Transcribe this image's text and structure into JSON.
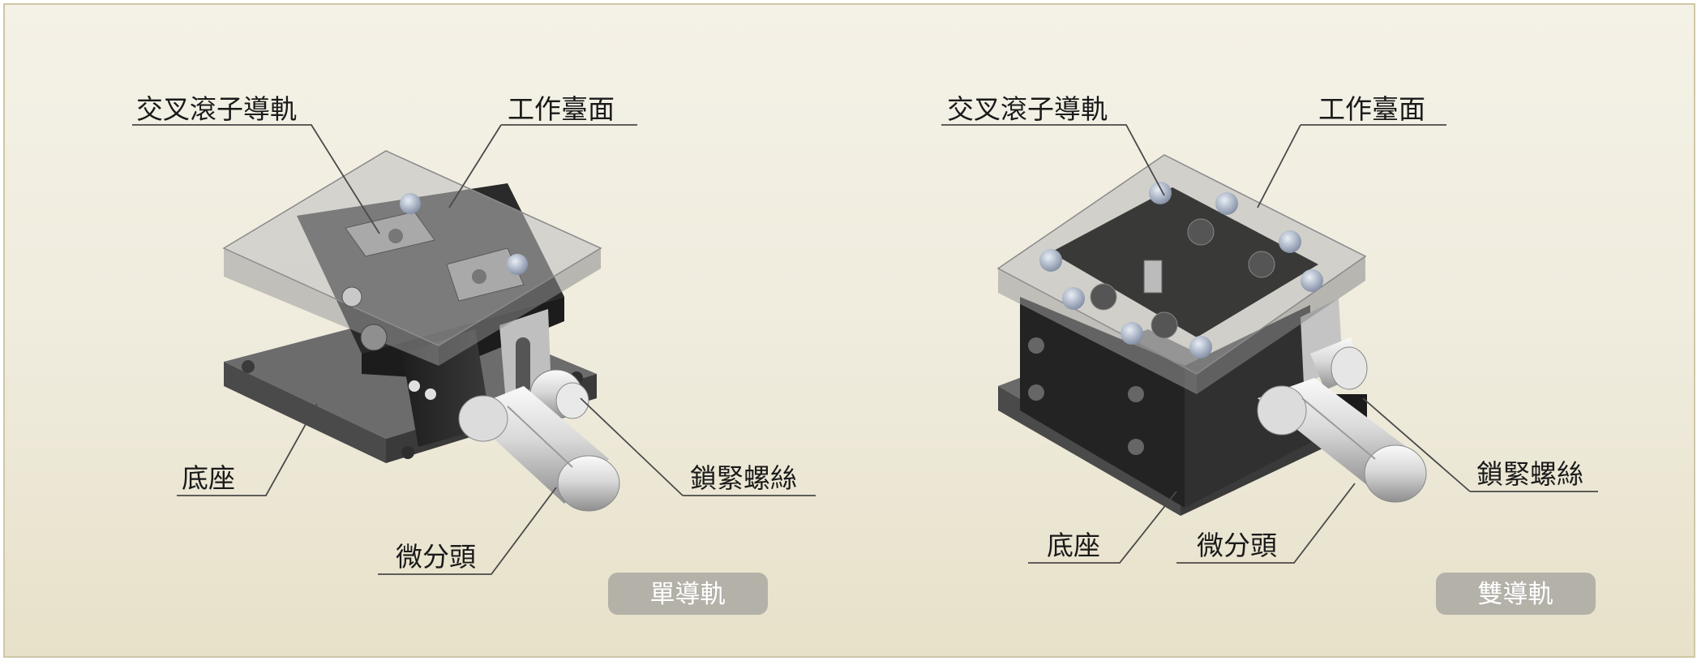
{
  "diagrams": [
    {
      "labels": {
        "rail": "交叉滾子導軌",
        "table": "工作臺面",
        "base": "底座",
        "micrometer": "微分頭",
        "lock_screw": "鎖緊螺絲"
      },
      "badge": "單導軌"
    },
    {
      "labels": {
        "rail": "交叉滾子導軌",
        "table": "工作臺面",
        "base": "底座",
        "micrometer": "微分頭",
        "lock_screw": "鎖緊螺絲"
      },
      "badge": "雙導軌"
    }
  ],
  "colors": {
    "background": "#f1eee2",
    "border": "#cfc7a6",
    "badge": "#b3b1a8",
    "leader_line": "#4a4a4a"
  }
}
